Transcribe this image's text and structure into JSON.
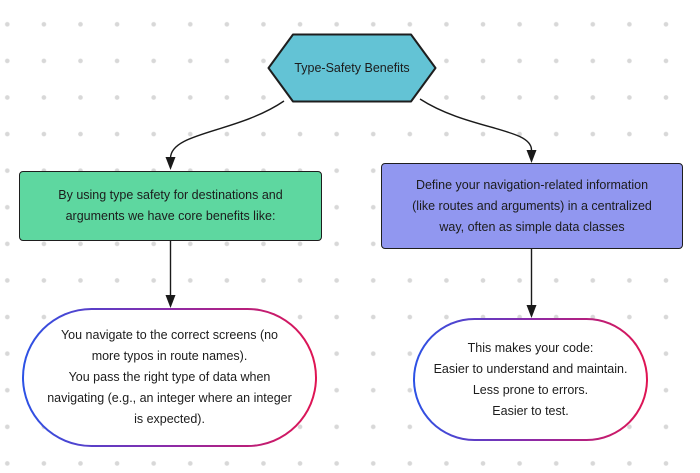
{
  "diagram": {
    "title": "Type-Safety Benefits flowchart",
    "colors": {
      "hexagon_fill": "#63c3d5",
      "green_rect_fill": "#5ed7a0",
      "purple_rect_fill": "#9197f0",
      "stadium_border_start": "#2b52e6",
      "stadium_border_end": "#e01452",
      "edge_color": "#1a1a1a",
      "dot_grid_color": "#d8d8d8",
      "text_color": "#1c1c1c",
      "background": "#ffffff"
    },
    "nodes": {
      "root": {
        "shape": "hexagon",
        "label": "Type-Safety Benefits"
      },
      "core_benefits": {
        "shape": "rectangle",
        "lines": [
          "By using type safety for destinations and",
          "arguments we have core benefits like:"
        ]
      },
      "centralized_info": {
        "shape": "rectangle",
        "lines": [
          "Define your navigation-related information",
          "(like routes and arguments) in a centralized",
          "way, often as simple data classes"
        ]
      },
      "navigation_outcomes": {
        "shape": "stadium",
        "lines": [
          "You navigate to the correct screens (no",
          "more typos in route names).",
          "You pass the right type of data when",
          "navigating (e.g., an integer where an integer",
          "is expected)."
        ]
      },
      "code_quality": {
        "shape": "stadium",
        "lines": [
          "This makes your code:",
          "Easier to understand and maintain.",
          "Less prone to errors.",
          "Easier to test."
        ]
      }
    },
    "edges": [
      {
        "from": "root",
        "to": "core_benefits"
      },
      {
        "from": "root",
        "to": "centralized_info"
      },
      {
        "from": "core_benefits",
        "to": "navigation_outcomes"
      },
      {
        "from": "centralized_info",
        "to": "code_quality"
      }
    ]
  }
}
